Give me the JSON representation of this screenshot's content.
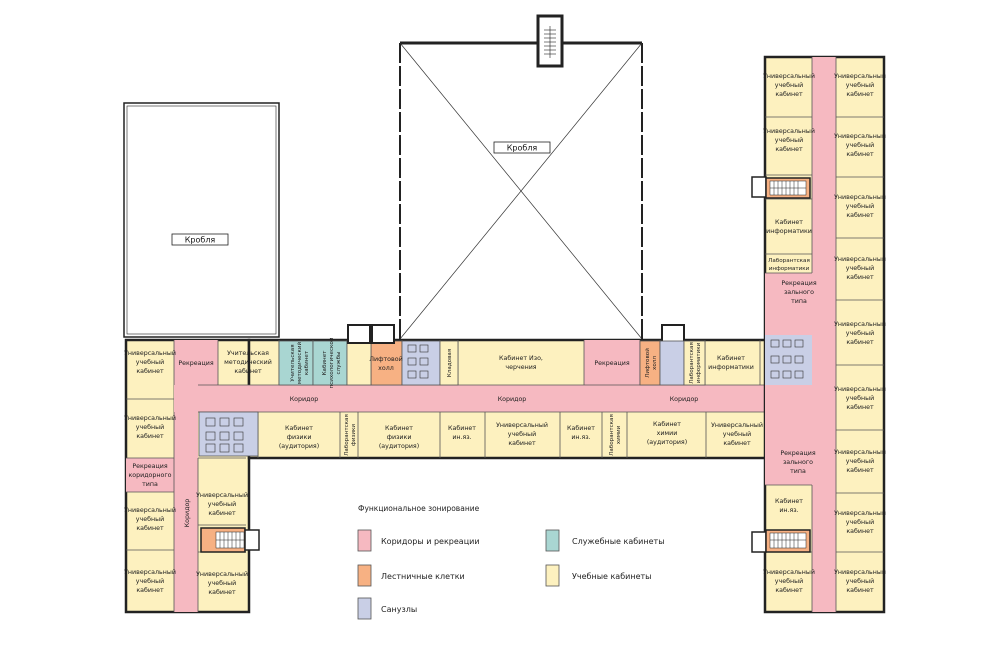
{
  "colors": {
    "corridor": "#f6b9c1",
    "stairs": "#f7b183",
    "wc": "#c9cfe6",
    "service": "#a9d6d2",
    "classroom": "#fdf1bf",
    "wall": "#222222"
  },
  "roofs": {
    "left": "Кробля",
    "center": "Кробля"
  },
  "left_wing": {
    "room_1": "Универсальный учебный кабинет",
    "recreation_top": "Рекреация",
    "room_2": "Универсальный учебный кабинет",
    "recreation_corridor": "Рекреация коридорного типа",
    "room_3": "Универсальный учебный кабинет",
    "room_4": "Универсальный учебный кабинет",
    "room_5": "Универсальный учебный кабинет",
    "room_6": "Универсальный учебный кабинет",
    "corridor": "Коридор"
  },
  "central_block": {
    "teachers_room": "Учительская методический кабинет",
    "service_1": "Учительская методический кабинет",
    "service_2": "Кабинет психологической службы",
    "lift_hall": "Лифтовой холл",
    "storage": "Кладовая",
    "art_room": "Кабинет Изо, черчения",
    "recreation": "Рекреация",
    "corridor_1": "Коридор",
    "corridor_2": "Коридор",
    "corridor_3": "Коридор",
    "physics_1": "Кабинет физики (аудитория)",
    "lab_1": "Лаборантская физики",
    "physics_2": "Кабинет физики (аудитория)",
    "foreign_1": "Кабинет ин.яз.",
    "universal": "Универсальный учебный кабинет",
    "foreign_2": "Кабинет ин.яз.",
    "lab_2": "Лаборантская химии",
    "chemistry": "Кабинет химии (аудитория)",
    "universal_2": "Универсальный учебный кабинет",
    "lift_2": "Лифтовой холл",
    "lab_info": "Лаборантская информатики",
    "info_room": "Кабинет информатики"
  },
  "right_wing": {
    "r_left_1": "Универсальный учебный кабинет",
    "r_left_2": "Универсальный учебный кабинет",
    "r_left_info": "Кабинет информатики",
    "r_left_lab": "Лаборантская информатики",
    "recreation_hall_1": "Рекреация зального типа",
    "recreation_hall_2": "Рекреация зального типа",
    "r_left_foreign": "Кабинет ин.яз.",
    "r_left_3": "Универсальный учебный кабинет",
    "r_right": [
      "Универсальный учебный кабинет",
      "Универсальный учебный кабинет",
      "Универсальный учебный кабинет",
      "Универсальный учебный кабинет",
      "Универсальный учебный кабинет",
      "Универсальный учебный кабинет",
      "Универсальный учебный кабинет",
      "Универсальный учебный кабинет",
      "Универсальный учебный кабинет"
    ]
  },
  "legend": {
    "title": "Функциональное зонирование",
    "corridor": "Коридоры и рекреации",
    "stairs": "Лестничные клетки",
    "wc": "Санузлы",
    "service": "Служебные кабинеты",
    "classroom": "Учебные кабинеты"
  }
}
